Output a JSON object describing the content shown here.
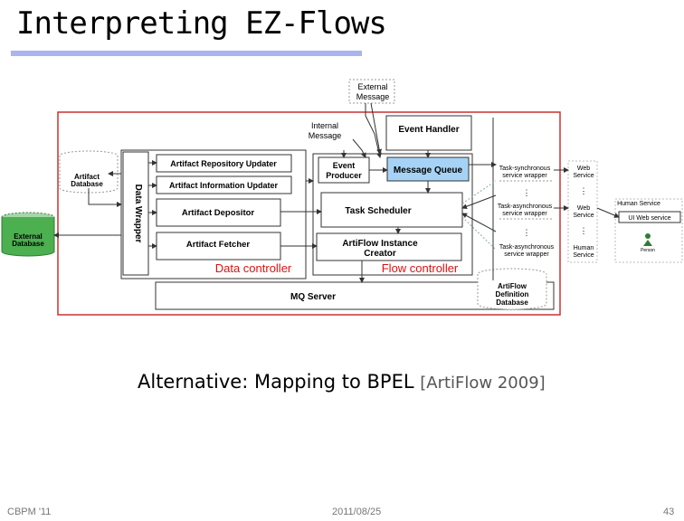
{
  "slide": {
    "title": "Interpreting EZ-Flows",
    "caption": "Alternative: Mapping to BPEL",
    "caption_ref": "[ArtiFlow 2009]",
    "footer_left": "CBPM '11",
    "footer_center": "2011/08/25",
    "footer_right": "43"
  },
  "diagram": {
    "external_message": [
      "External",
      "Message"
    ],
    "internal_message": [
      "Internal",
      "Message"
    ],
    "event_handler": "Event Handler",
    "event_producer": [
      "Event",
      "Producer"
    ],
    "message_queue": "Message Queue",
    "task_scheduler": "Task Scheduler",
    "instance_creator": [
      "ArtiFlow Instance",
      "Creator"
    ],
    "flow_controller": "Flow controller",
    "data_controller": "Data controller",
    "data_wrapper": "Data Wrapper",
    "repo_updater": "Artifact Repository Updater",
    "info_updater": "Artifact Information Updater",
    "depositor": "Artifact Depositor",
    "fetcher": "Artifact Fetcher",
    "mq_server": "MQ Server",
    "artifact_db": [
      "Artifact",
      "Database"
    ],
    "external_db": [
      "External",
      "Database"
    ],
    "definition_db": [
      "ArtiFlow",
      "Definition",
      "Database"
    ],
    "task_sync": [
      "Task-synchronous",
      "service wrapper"
    ],
    "task_async1": [
      "Task-asynchronous",
      "service wrapper"
    ],
    "task_async2": [
      "Task-asynchronous",
      "service wrapper"
    ],
    "web_service1": [
      "Web",
      "Service"
    ],
    "web_service2": [
      "Web",
      "Service"
    ],
    "human_service_small": [
      "Human",
      "Service"
    ],
    "human_service": "Human Service",
    "ui_web_service": "UI Web service",
    "person": "Person"
  },
  "colors": {
    "title_rule": "#a9b4f0",
    "outline_red": "#c83232",
    "message_queue_fill": "#a6d3f5",
    "external_db_fill": "#4caf50",
    "controller_label": "#e01010"
  }
}
